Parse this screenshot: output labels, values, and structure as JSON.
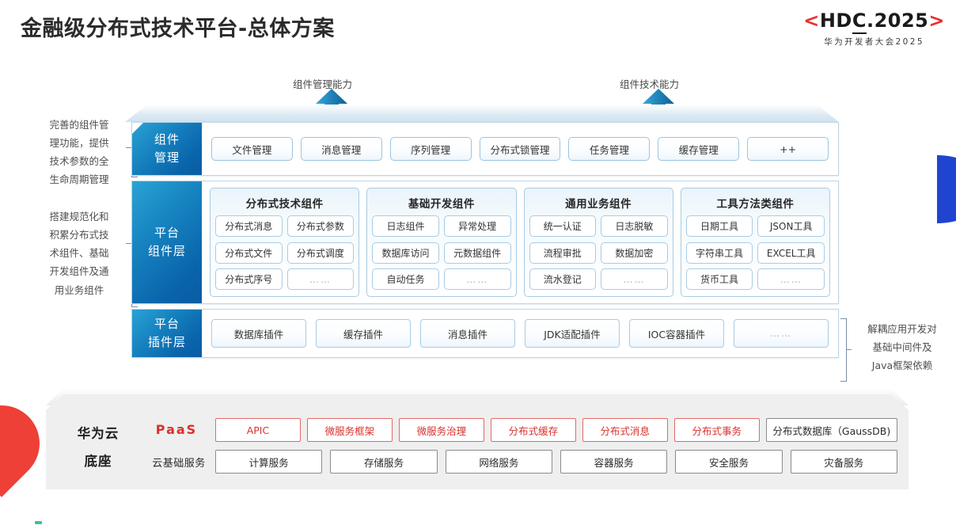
{
  "header": {
    "title": "金融级分布式技术平台-总体方案",
    "logo": {
      "bracket_left": "<",
      "main": "HDC.2025",
      "main_prefix": "HD",
      "main_underlined": "C",
      "main_suffix": ".2025",
      "bracket_right": ">",
      "subtitle": "华为开发者大会2025",
      "bracket_color": "#e8302f"
    }
  },
  "arrows": [
    {
      "label": "组件管理能力",
      "color": "#1b7fb8"
    },
    {
      "label": "组件技术能力",
      "color": "#1b7fb8"
    }
  ],
  "annotations": {
    "left": [
      "完善的组件管理功能，提供技术参数的全生命周期管理",
      "搭建规范化和积累分布式技术组件、基础开发组件及通用业务组件"
    ],
    "left_lines_1": [
      "完善的组件管",
      "理功能，提供",
      "技术参数的全",
      "生命周期管理"
    ],
    "left_lines_2": [
      "搭建规范化和",
      "积累分布式技",
      "术组件、基础",
      "开发组件及通",
      "用业务组件"
    ],
    "right_lines": [
      "解耦应用开发对",
      "基础中间件及",
      "Java框架依赖"
    ]
  },
  "layers": [
    {
      "id": "component-management",
      "label_lines": [
        "组件",
        "管理"
      ],
      "chips": [
        "文件管理",
        "消息管理",
        "序列管理",
        "分布式锁管理",
        "任务管理",
        "缓存管理",
        "++"
      ]
    },
    {
      "id": "platform-component",
      "label_lines": [
        "平台",
        "组件层"
      ],
      "groups": [
        {
          "title": "分布式技术组件",
          "items": [
            "分布式消息",
            "分布式参数",
            "分布式文件",
            "分布式调度",
            "分布式序号",
            "……"
          ]
        },
        {
          "title": "基础开发组件",
          "items": [
            "日志组件",
            "异常处理",
            "数据库访问",
            "元数据组件",
            "自动任务",
            "……"
          ]
        },
        {
          "title": "通用业务组件",
          "items": [
            "统一认证",
            "日志脱敏",
            "流程审批",
            "数据加密",
            "流水登记",
            "……"
          ]
        },
        {
          "title": "工具方法类组件",
          "items": [
            "日期工具",
            "JSON工具",
            "字符串工具",
            "EXCEL工具",
            "货币工具",
            "……"
          ]
        }
      ]
    },
    {
      "id": "platform-plugin",
      "label_lines": [
        "平台",
        "插件层"
      ],
      "chips": [
        "数据库插件",
        "缓存插件",
        "消息插件",
        "JDK适配插件",
        "IOC容器插件",
        "……"
      ]
    }
  ],
  "base": {
    "title_lines": [
      "华为云",
      "底座"
    ],
    "paas_label": "PaaS",
    "cloud_label": "云基础服务",
    "paas_items": [
      {
        "label": "APIC",
        "style": "red"
      },
      {
        "label": "微服务框架",
        "style": "red"
      },
      {
        "label": "微服务治理",
        "style": "red"
      },
      {
        "label": "分布式缓存",
        "style": "red"
      },
      {
        "label": "分布式消息",
        "style": "red"
      },
      {
        "label": "分布式事务",
        "style": "red"
      },
      {
        "label": "分布式数据库（GaussDB)",
        "style": "gray"
      }
    ],
    "cloud_items": [
      "计算服务",
      "存储服务",
      "网络服务",
      "容器服务",
      "安全服务",
      "灾备服务"
    ]
  },
  "colors": {
    "accent_red": "#d9302c",
    "accent_blue": "#1683c0",
    "layer_blue_start": "#2aa3d4",
    "layer_blue_end": "#0b5ca2",
    "panel_gray": "#efefef"
  }
}
